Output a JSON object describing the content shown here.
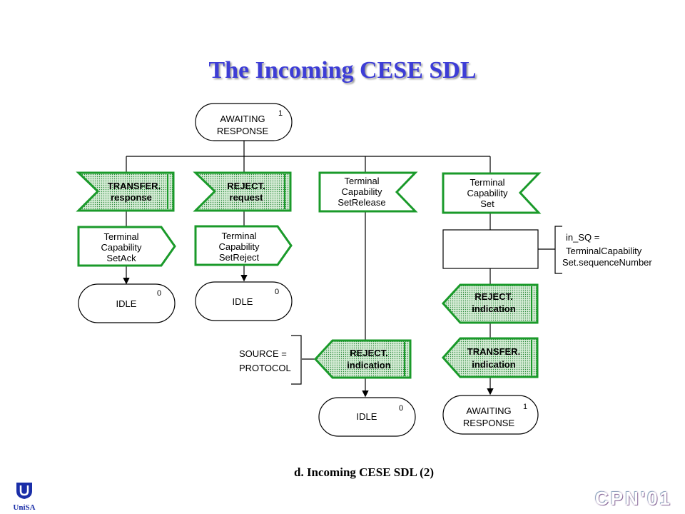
{
  "title": "The Incoming CESE SDL",
  "caption": "d. Incoming CESE SDL (2)",
  "logo_label": "UniSA",
  "conference_mark": "CPN'01",
  "colors": {
    "title": "#3d3dd6",
    "green": "#1a9a2a",
    "fill": "#cfe8cf"
  },
  "diagram": {
    "top_state": {
      "lines": [
        "AWAITING",
        "RESPONSE"
      ],
      "num": "1"
    },
    "col1": {
      "input": [
        "TRANSFER.",
        "response"
      ],
      "output": [
        "Terminal",
        "Capability",
        "SetAck"
      ],
      "state": "IDLE",
      "state_num": "0"
    },
    "col2": {
      "input": [
        "REJECT.",
        "request"
      ],
      "output": [
        "Terminal",
        "Capability",
        "SetReject"
      ],
      "state": "IDLE",
      "state_num": "0"
    },
    "col3": {
      "input": [
        "Terminal",
        "Capability",
        "SetRelease"
      ],
      "output": [
        "REJECT.",
        "indication"
      ],
      "comment": [
        "SOURCE =",
        "PROTOCOL"
      ],
      "state": "IDLE",
      "state_num": "0"
    },
    "col4": {
      "input": [
        "Terminal",
        "Capability",
        "Set"
      ],
      "task_comment": [
        "in_SQ =",
        "TerminalCapability",
        "Set.sequenceNumber"
      ],
      "output1": [
        "REJECT.",
        "indication"
      ],
      "output2": [
        "TRANSFER.",
        "indication"
      ],
      "state": [
        "AWAITING",
        "RESPONSE"
      ],
      "state_num": "1"
    }
  }
}
